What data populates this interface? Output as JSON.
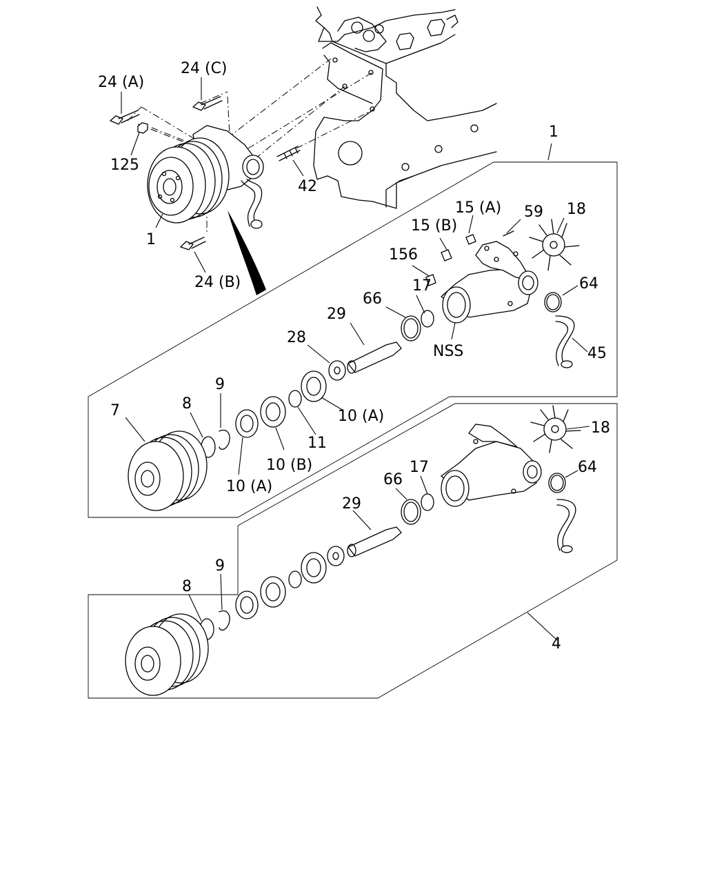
{
  "labels": {
    "l24a": "24 (A)",
    "l24c": "24 (C)",
    "l125": "125",
    "l42": "42",
    "l1a": "1",
    "l24b": "24 (B)",
    "l1b": "1",
    "l15a": "15 (A)",
    "l15b": "15 (B)",
    "l59": "59",
    "l18a": "18",
    "l156": "156",
    "l17a": "17",
    "l66a": "66",
    "l64a": "64",
    "l29a": "29",
    "l28": "28",
    "lnss": "NSS",
    "l45": "45",
    "l7": "7",
    "l8a": "8",
    "l9a": "9",
    "l10a1": "10 (A)",
    "l10b": "10 (B)",
    "l11": "11",
    "l10a2": "10 (A)",
    "l18b": "18",
    "l64b": "64",
    "l17b": "17",
    "l66b": "66",
    "l29b": "29",
    "l9b": "9",
    "l8b": "8",
    "l4": "4"
  }
}
